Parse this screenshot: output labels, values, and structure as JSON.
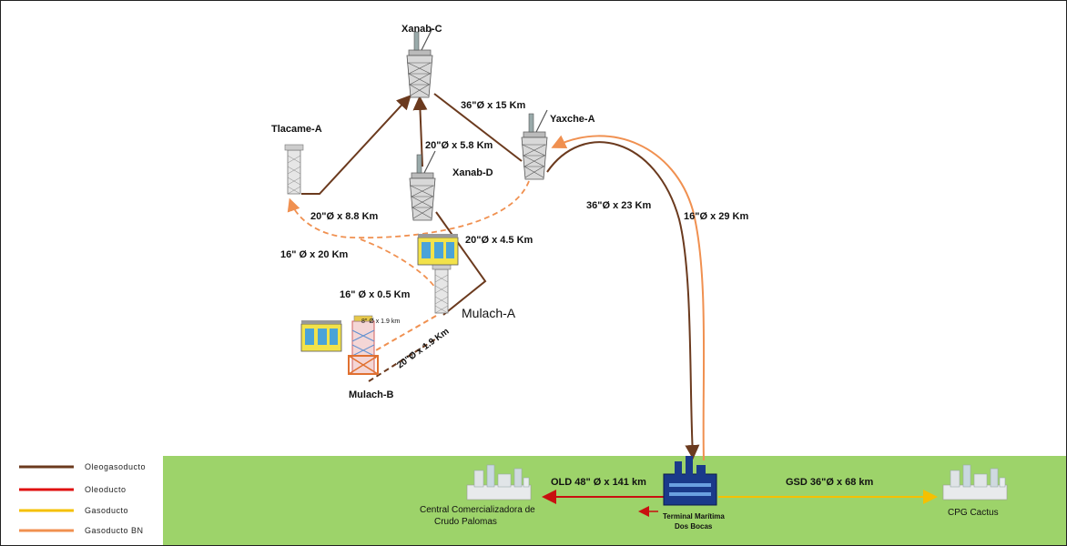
{
  "platforms": {
    "xanab_c": "Xanab-C",
    "tlacame_a": "Tlacame-A",
    "yaxche_a": "Yaxche-A",
    "xanab_d": "Xanab-D",
    "mulach_a": "Mulach-A",
    "mulach_b": "Mulach-B"
  },
  "pipelines": {
    "p1": "36\"Ø x 15 Km",
    "p2": "20\"Ø x 5.8 Km",
    "p3": "36\"Ø x 23 Km",
    "p4": "16\"Ø x 29 Km",
    "p5": "20\"Ø x 8.8 Km",
    "p6": "16\" Ø x 20 Km",
    "p7": "20\"Ø x 4.5 Km",
    "p8": "16\" Ø x 0.5 Km",
    "p9": "8\" Ø x 1.9 km",
    "p10": "20\"Ø x 1.9 Km"
  },
  "facilities": {
    "central_line1": "Central Comercializadora de",
    "central_line2": "Crudo Palomas",
    "terminal_line1": "Terminal Marítima",
    "terminal_line2": "Dos Bocas",
    "cactus": "CPG Cactus",
    "old": "OLD 48\" Ø x 141 km",
    "gsd": "GSD 36\"Ø x 68 km"
  },
  "legend": [
    {
      "label": "Oleogasoducto",
      "color": "#6b3a1e"
    },
    {
      "label": "Oleoducto",
      "color": "#e01010"
    },
    {
      "label": "Gasoducto",
      "color": "#f5c000"
    },
    {
      "label": "Gasoducto BN",
      "color": "#f09050"
    }
  ],
  "colors": {
    "ground": "#9dd36a",
    "oleogasoducto": "#6b3a1e",
    "oleoducto": "#c81010",
    "gasoducto": "#f5c000",
    "gasoducto_bn": "#f09050"
  }
}
